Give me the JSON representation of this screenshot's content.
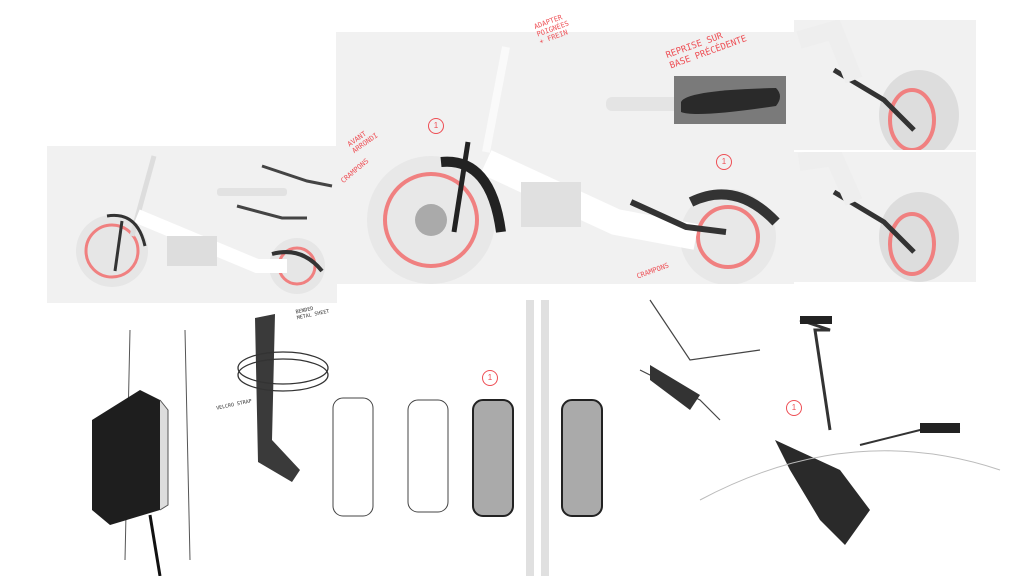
{
  "annotations": {
    "handlebar_note": "Adapter\npoignées\n+ frein",
    "seat_note": "Reprise sur\nbase précédente",
    "fender_note": "Avant\narrondi",
    "front_tire_note": "Crampons",
    "rear_tire_note": "Crampons",
    "bracket_note": "Bended\nmetal sheet",
    "strap_note": "Velcro strap",
    "marker": "1"
  },
  "colors": {
    "accent": "#ee4f55",
    "panel": "#f1f1f1",
    "ink": "#222222"
  }
}
